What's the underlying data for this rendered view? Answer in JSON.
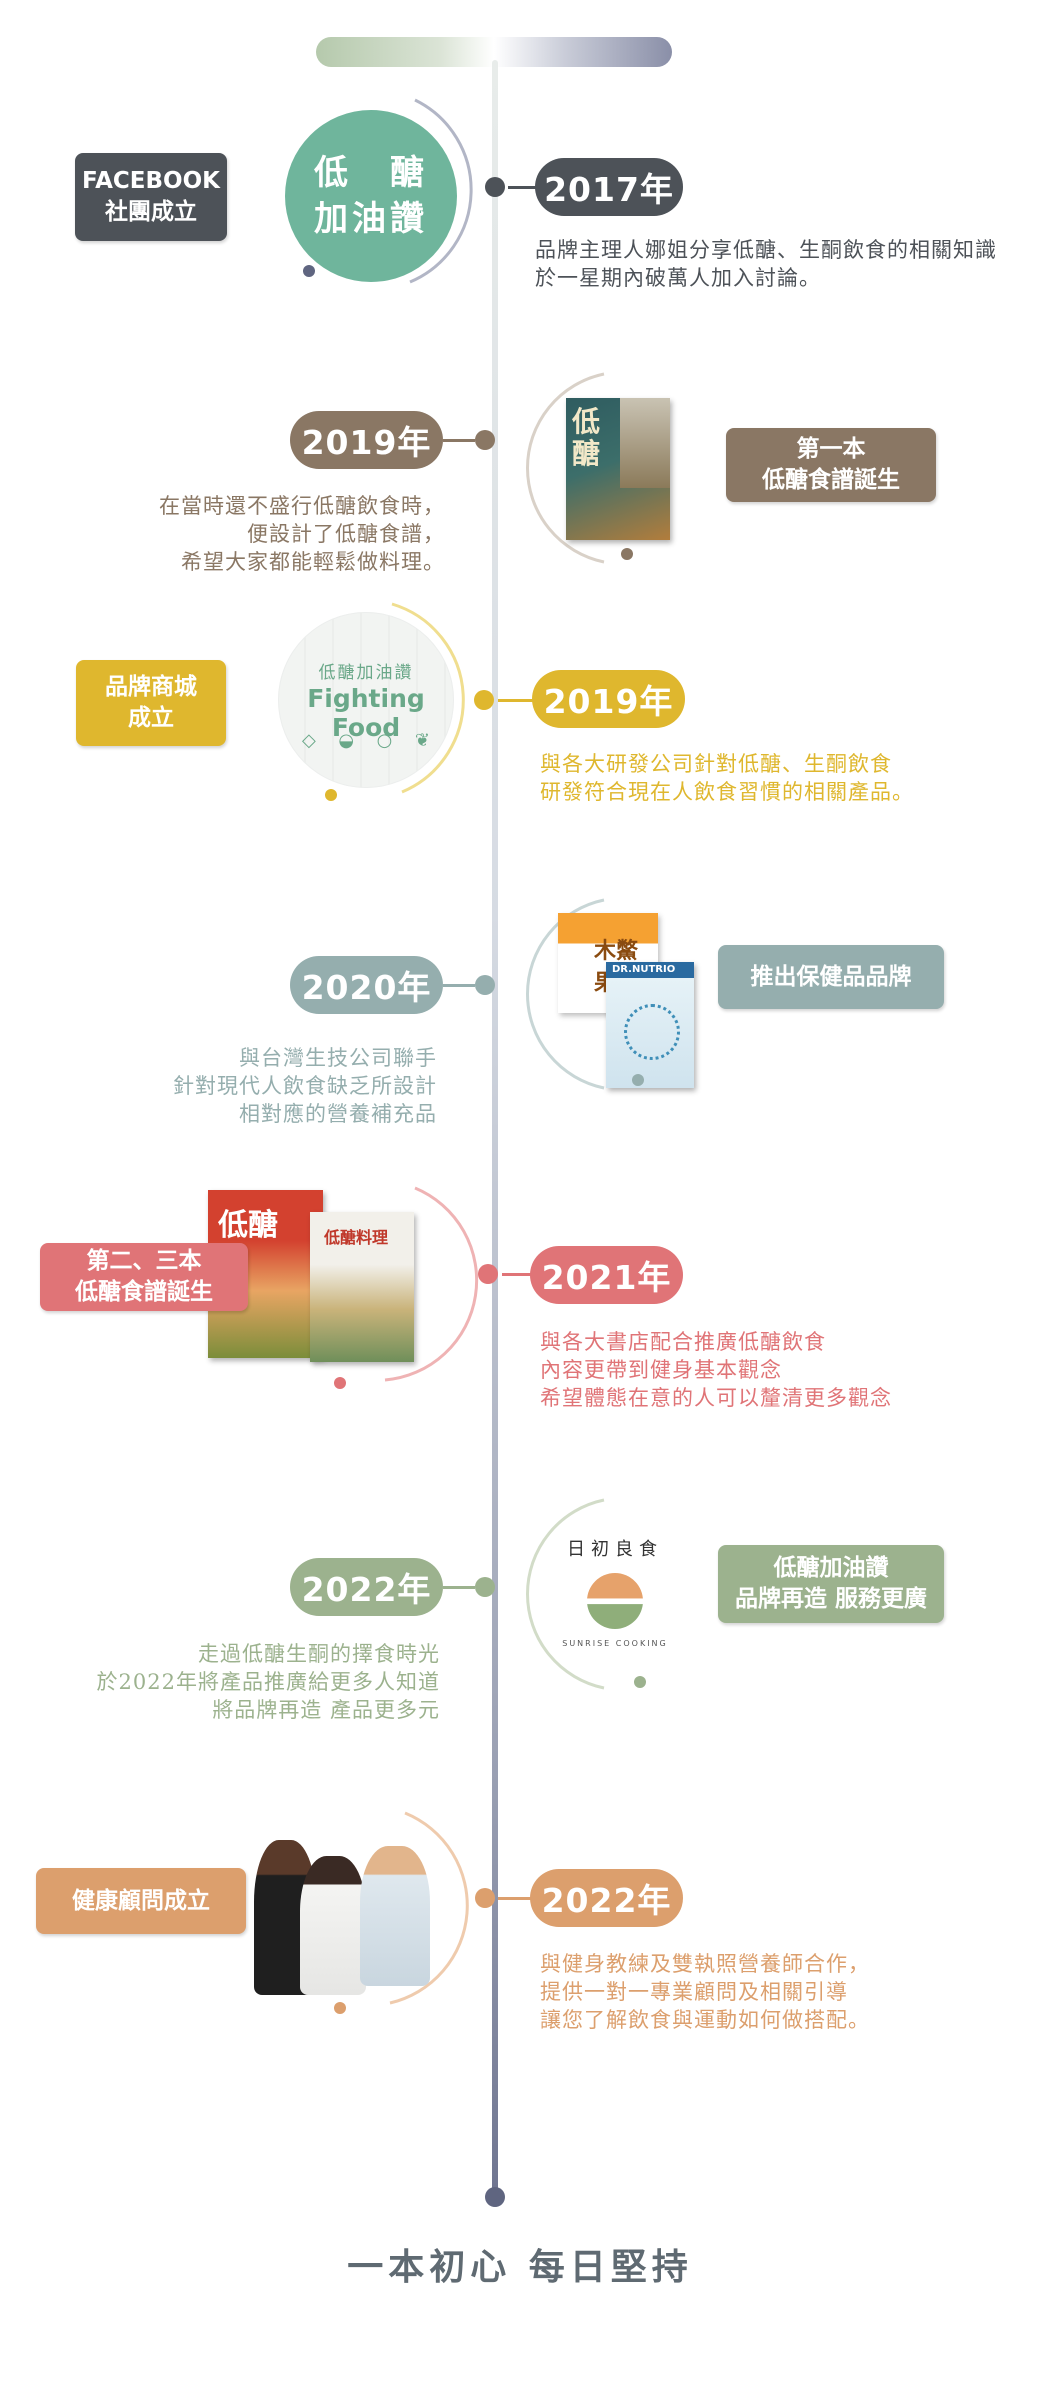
{
  "footer_slogan": "一本初心 每日堅持",
  "logo_circle": {
    "line1": "低　醣",
    "line2": "加油讚"
  },
  "fighting_food": {
    "line1": "低醣加油讚",
    "line2": "Fighting Food"
  },
  "rise_logo": {
    "name": "日初良食",
    "sub": "SUNRISE COOKING"
  },
  "book1_title": "低醣",
  "book2_title": "低醣",
  "book3_title": "低醣料理",
  "supplement_boxes": {
    "orange": "木鱉果",
    "blue": "DR.NUTRIO"
  },
  "milestones": [
    {
      "year": "2017年",
      "label_line1": "FACEBOOK",
      "label_line2": "社團成立",
      "desc": [
        "品牌主理人娜姐分享低醣、生酮飲食的相關知識",
        "於一星期內破萬人加入討論。"
      ],
      "color": "#4d5258"
    },
    {
      "year": "2019年",
      "label_line1": "第一本",
      "label_line2": "低醣食譜誕生",
      "desc": [
        "在當時還不盛行低醣飲食時，",
        "便設計了低醣食譜，",
        "希望大家都能輕鬆做料理。"
      ],
      "color": "#8a7764"
    },
    {
      "year": "2019年",
      "label_line1": "品牌商城",
      "label_line2": "成立",
      "desc": [
        "與各大研發公司針對低醣、生酮飲食",
        "研發符合現在人飲食習慣的相關產品。"
      ],
      "color": "#dfb72e"
    },
    {
      "year": "2020年",
      "label_line1": "推出保健品品牌",
      "label_line2": "",
      "desc": [
        "與台灣生技公司聯手",
        "針對現代人飲食缺乏所設計",
        "相對應的營養補充品"
      ],
      "color": "#95aeae"
    },
    {
      "year": "2021年",
      "label_line1": "第二、三本",
      "label_line2": "低醣食譜誕生",
      "desc": [
        "與各大書店配合推廣低醣飲食",
        "內容更帶到健身基本觀念",
        "希望體態在意的人可以釐清更多觀念"
      ],
      "color": "#e07477"
    },
    {
      "year": "2022年",
      "label_line1": "低醣加油讚",
      "label_line2": "品牌再造  服務更廣",
      "desc": [
        "走過低醣生酮的擇食時光",
        "於2022年將產品推廣給更多人知道",
        "將品牌再造 產品更多元"
      ],
      "color": "#9cb28e"
    },
    {
      "year": "2022年",
      "label_line1": "健康顧問成立",
      "label_line2": "",
      "desc": [
        "與健身教練及雙執照營養師合作，",
        "提供一對一專業顧問及相關引導",
        "讓您了解飲食與運動如何做搭配。"
      ],
      "color": "#dc9f6d"
    }
  ]
}
